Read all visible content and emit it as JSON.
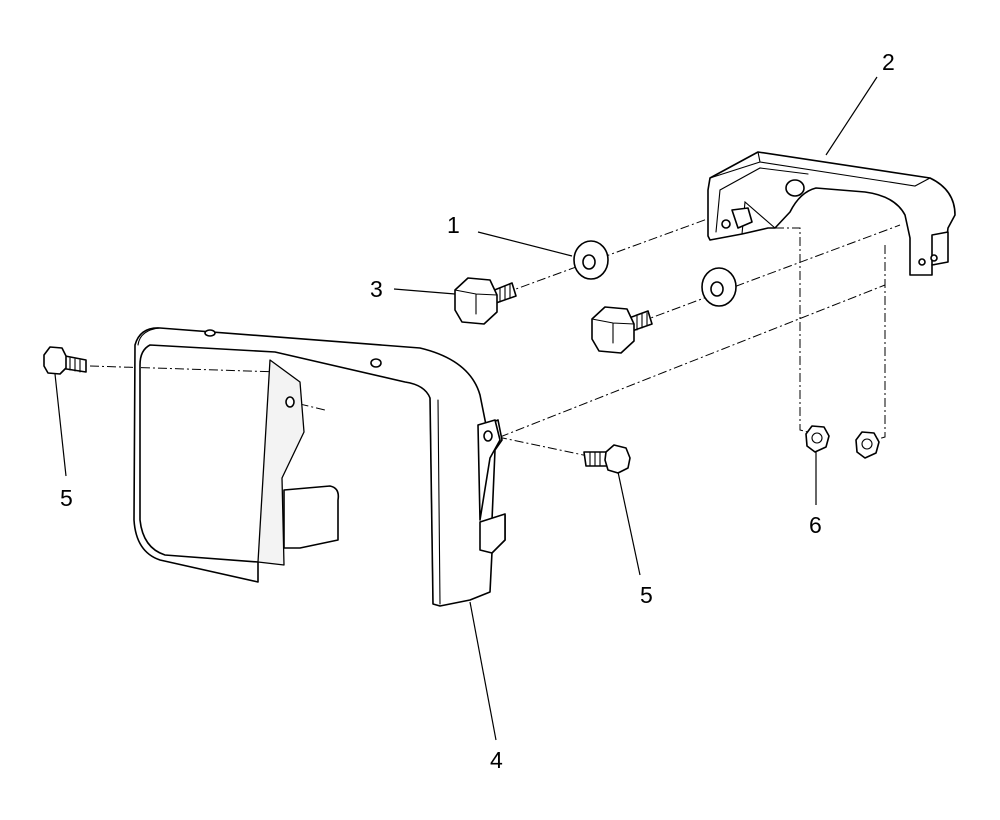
{
  "callouts": {
    "c1": "1",
    "c2": "2",
    "c3": "3",
    "c4": "4",
    "c5a": "5",
    "c5b": "5",
    "c6": "6"
  }
}
